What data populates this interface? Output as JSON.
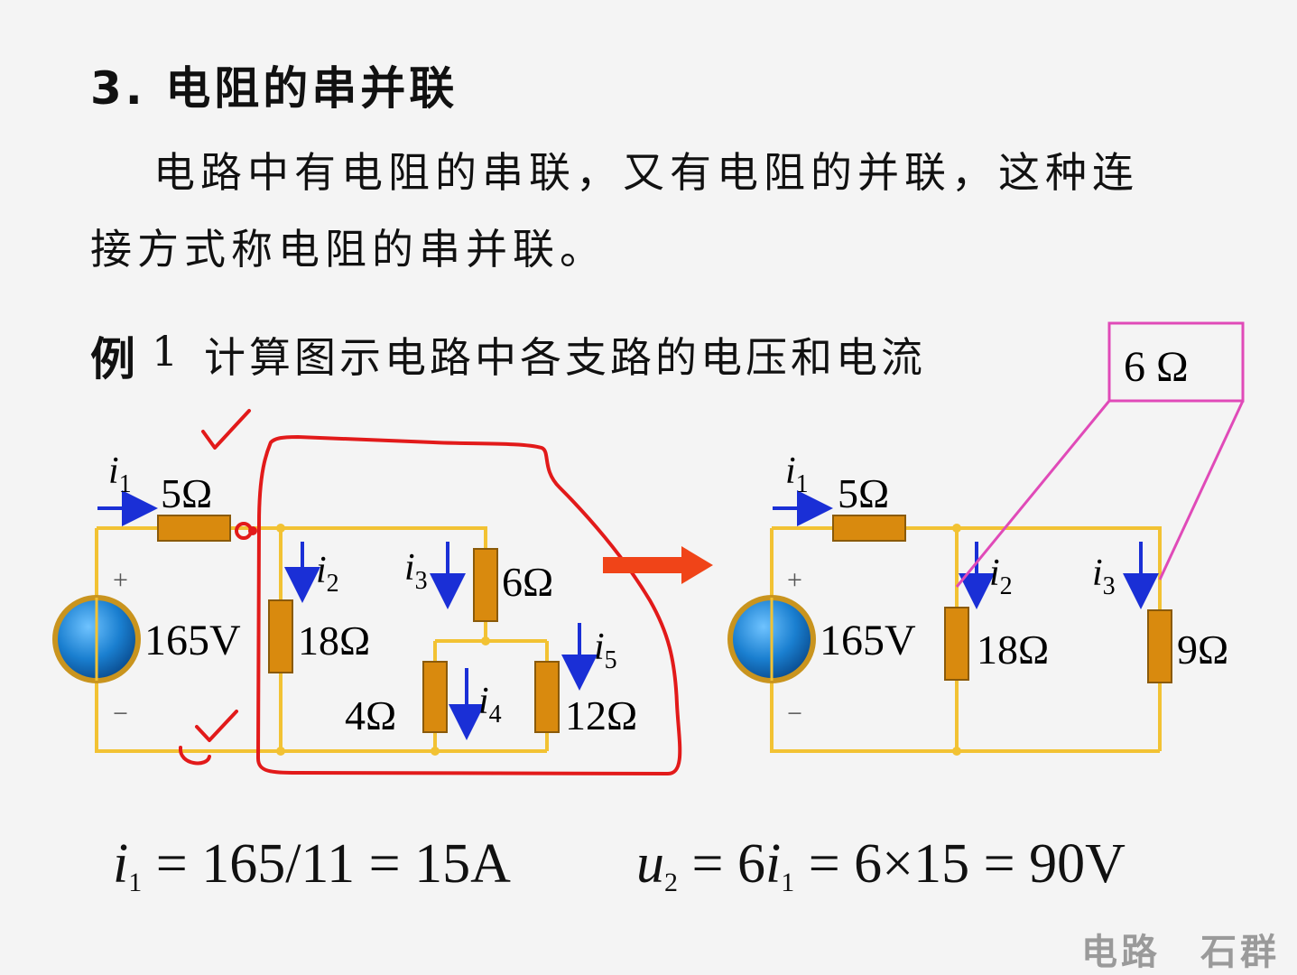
{
  "section_title": "3. 电阻的串并联",
  "paragraph": {
    "line1": "电路中有电阻的串联，又有电阻的并联，这种连",
    "line2": "接方式称电阻的串并联。"
  },
  "example": {
    "label": "例",
    "number": "1",
    "text": "计算图示电路中各支路的电压和电流"
  },
  "left_circuit": {
    "source": "165V",
    "plus": "+",
    "minus": "−",
    "i1": "i",
    "i1_sub": "1",
    "r1": "5Ω",
    "i2": "i",
    "i2_sub": "2",
    "r2": "18Ω",
    "i3": "i",
    "i3_sub": "3",
    "r3": "6Ω",
    "i4": "i",
    "i4_sub": "4",
    "r4": "4Ω",
    "i5": "i",
    "i5_sub": "5",
    "r5": "12Ω"
  },
  "right_circuit": {
    "source": "165V",
    "plus": "+",
    "minus": "−",
    "i1": "i",
    "i1_sub": "1",
    "r1": "5Ω",
    "i2": "i",
    "i2_sub": "2",
    "r2": "18Ω",
    "i3": "i",
    "i3_sub": "3",
    "r3": "9Ω",
    "callout": "6 Ω"
  },
  "formulas": {
    "f1_var": "i",
    "f1_sub": "1",
    "f1_rest": " = 165/11 = 15A",
    "f2_var": "u",
    "f2_sub": "2",
    "f2_mid": " = 6",
    "f2_var2": "i",
    "f2_sub2": "1",
    "f2_rest": " = 6×15 = 90V"
  },
  "watermark": "电路　石群",
  "colors": {
    "wire": "#f2c233",
    "resistor": "#d98a0e",
    "resistor_border": "#8a5a0a",
    "arrow": "#1a2fd6",
    "source_outer": "#c9941e",
    "source_inner": "#1a7fd0",
    "annotation_red": "#e21a1a",
    "callout_magenta": "#e04ab8",
    "big_arrow": "#f04418"
  }
}
